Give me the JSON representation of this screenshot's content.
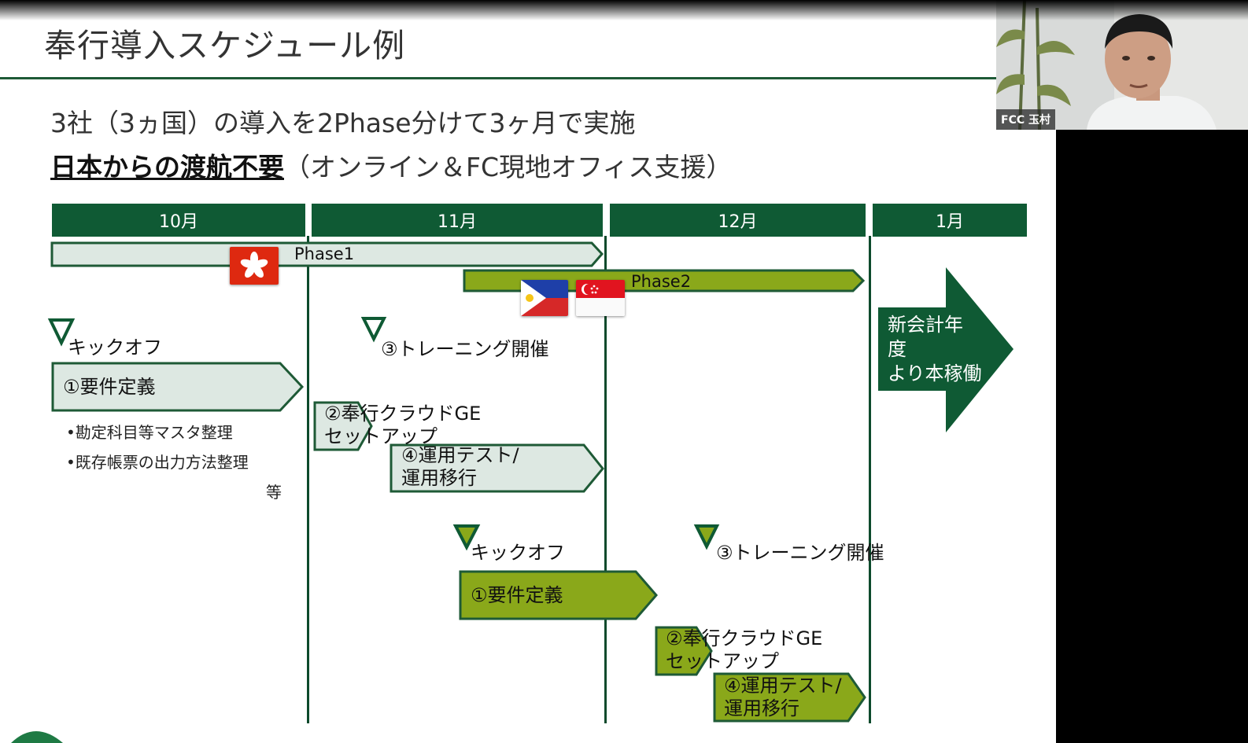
{
  "slide": {
    "title": "奉行導入スケジュール例",
    "subtitle1": "3社（3ヵ国）の導入を2Phase分けて3ヶ月で実施",
    "subtitle2_bold": "日本からの渡航不要",
    "subtitle2_rest": "（オンライン＆FC現地オフィス支援）",
    "months": [
      "10月",
      "11月",
      "12月",
      "1月"
    ],
    "phase1_label": "Phase1",
    "phase2_label": "Phase2",
    "phase1": {
      "kickoff": "キックオフ",
      "training": "③トレーニング開催",
      "requirements": "①要件定義",
      "bullets": [
        "勘定科目等マスタ整理",
        "既存帳票の出力方法整理"
      ],
      "etc": "等",
      "setup_line1": "②奉行クラウドGE",
      "setup_line2": "セットアップ",
      "test_line1": "④運用テスト/",
      "test_line2": "運用移行"
    },
    "phase2": {
      "kickoff": "キックオフ",
      "training": "③トレーニング開催",
      "requirements": "①要件定義",
      "setup_line1": "②奉行クラウドGE",
      "setup_line2": "セットアップ",
      "test_line1": "④運用テスト/",
      "test_line2": "運用移行"
    },
    "golive_line1": "新会計年",
    "golive_line2": "度",
    "golive_line3": "より本稼働",
    "bullet_glyph": "•",
    "flags": [
      "hong-kong-flag-icon",
      "philippines-flag-icon",
      "singapore-flag-icon"
    ]
  },
  "video": {
    "participant_name": "FCC 玉村"
  },
  "colors": {
    "dark_green": "#0f5a34",
    "phase1_fill": "#dde8e2",
    "phase2_fill": "#8aa81a",
    "arrow_green": "#0f5a34"
  }
}
